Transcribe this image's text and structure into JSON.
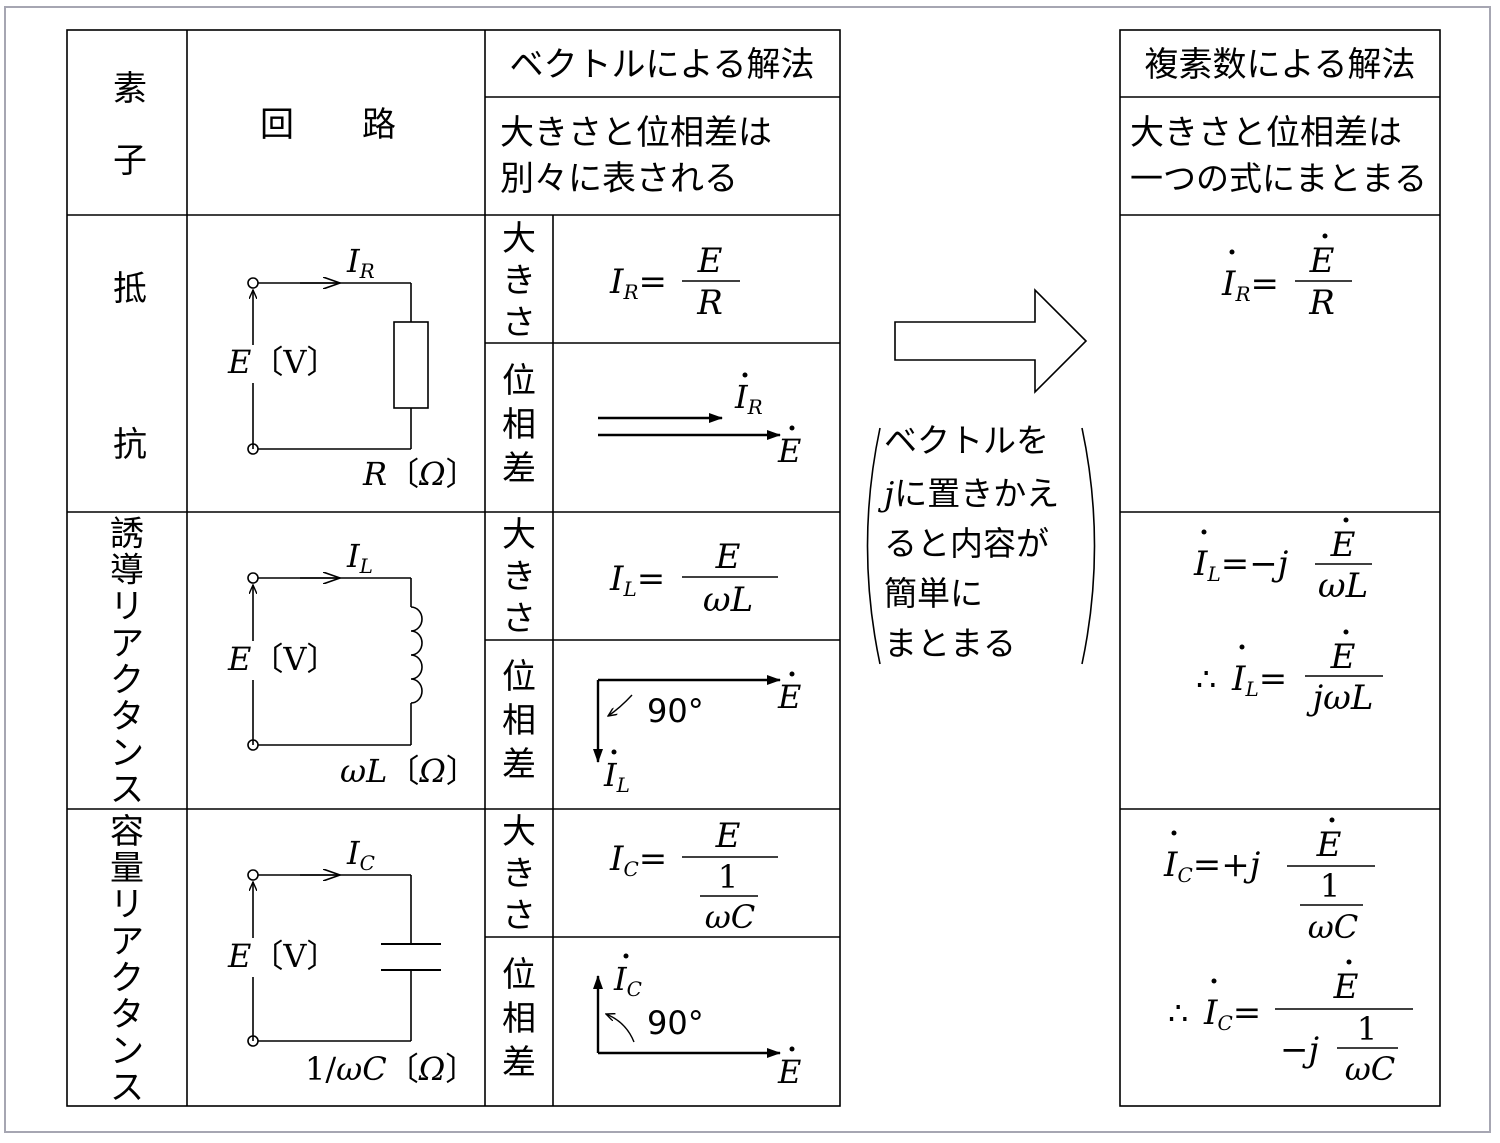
{
  "left_table": {
    "header": {
      "element": "素子",
      "circuit": "回　　路",
      "vector_title": "ベクトルによる解法",
      "vector_desc_1": "大きさと位相差は",
      "vector_desc_2": "別々に表される"
    },
    "row_labels": {
      "magnitude": "大きさ",
      "phase": "位相差"
    },
    "rows": [
      {
        "element": "抵抗",
        "source_label": "E〔V〕",
        "current": "I",
        "current_sub": "R",
        "impedance": "R〔Ω〕",
        "magnitude_lhs": "I",
        "magnitude_lhs_sub": "R",
        "magnitude_num": "E",
        "magnitude_den": "R",
        "phase_current": "I",
        "phase_current_sub": "R",
        "phase_voltage": "E"
      },
      {
        "element": "誘導リアクタンス",
        "source_label": "E〔V〕",
        "current": "I",
        "current_sub": "L",
        "impedance": "ωL〔Ω〕",
        "magnitude_lhs": "I",
        "magnitude_lhs_sub": "L",
        "magnitude_num": "E",
        "magnitude_den": "ωL",
        "phase_angle": "90°",
        "phase_current": "I",
        "phase_current_sub": "L",
        "phase_voltage": "E"
      },
      {
        "element": "容量リアクタンス",
        "source_label": "E〔V〕",
        "current": "I",
        "current_sub": "C",
        "impedance": "1/ωC〔Ω〕",
        "magnitude_lhs": "I",
        "magnitude_lhs_sub": "C",
        "magnitude_num": "E",
        "magnitude_den_num": "1",
        "magnitude_den_den": "ωC",
        "phase_angle": "90°",
        "phase_current": "I",
        "phase_current_sub": "C",
        "phase_voltage": "E"
      }
    ]
  },
  "middle": {
    "note_lines": [
      "ベクトルを",
      "jに置きかえ",
      "ると内容が",
      "簡単に",
      "まとまる"
    ]
  },
  "right_table": {
    "title": "複素数による解法",
    "desc_1": "大きさと位相差は",
    "desc_2": "一つの式にまとまる",
    "resistor": {
      "lhs": "I",
      "sub": "R",
      "num": "E",
      "den": "R"
    },
    "inductor": {
      "eq1_prefix": "−j",
      "eq1_num": "E",
      "eq1_den": "ωL",
      "therefore": "∴",
      "eq2_num": "E",
      "eq2_den": "jωL",
      "lhs": "I",
      "sub": "L"
    },
    "capacitor": {
      "eq1_prefix": "+j",
      "eq1_num": "E",
      "eq1_den_num": "1",
      "eq1_den_den": "ωC",
      "therefore": "∴",
      "eq2_num": "E",
      "eq2_den_prefix": "−j",
      "eq2_den_num": "1",
      "eq2_den_den": "ωC",
      "lhs": "I",
      "sub": "C"
    }
  }
}
